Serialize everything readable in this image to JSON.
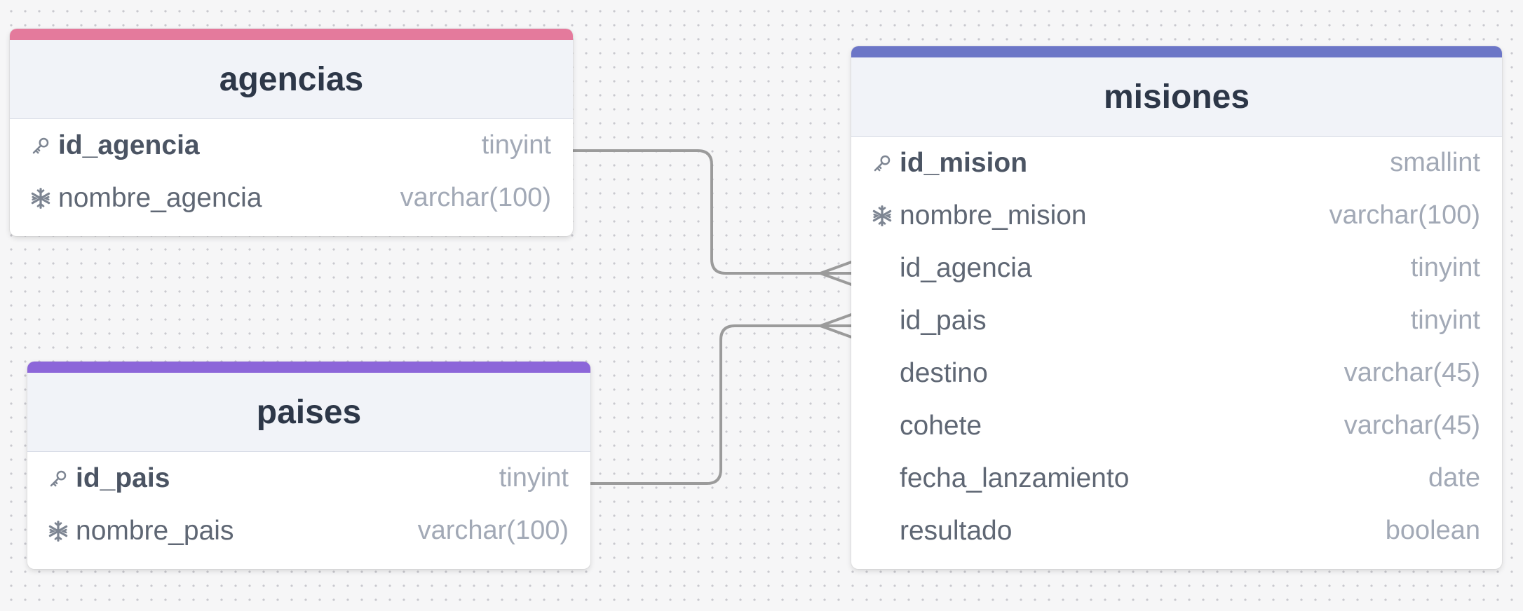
{
  "canvas": {
    "background": "#f6f6f7",
    "dot_color": "#c9c9cf"
  },
  "tables": {
    "agencias": {
      "title": "agencias",
      "color": "#e47a9c",
      "columns": [
        {
          "name": "id_agencia",
          "type": "tinyint",
          "icon": "key-icon",
          "primary": true
        },
        {
          "name": "nombre_agencia",
          "type": "varchar(100)",
          "icon": "snowflake-icon",
          "primary": false
        }
      ]
    },
    "paises": {
      "title": "paises",
      "color": "#8c66d9",
      "columns": [
        {
          "name": "id_pais",
          "type": "tinyint",
          "icon": "key-icon",
          "primary": true
        },
        {
          "name": "nombre_pais",
          "type": "varchar(100)",
          "icon": "snowflake-icon",
          "primary": false
        }
      ]
    },
    "misiones": {
      "title": "misiones",
      "color": "#6c76c7",
      "columns": [
        {
          "name": "id_mision",
          "type": "smallint",
          "icon": "key-icon",
          "primary": true
        },
        {
          "name": "nombre_mision",
          "type": "varchar(100)",
          "icon": "snowflake-icon",
          "primary": false
        },
        {
          "name": "id_agencia",
          "type": "tinyint",
          "icon": "",
          "primary": false
        },
        {
          "name": "id_pais",
          "type": "tinyint",
          "icon": "",
          "primary": false
        },
        {
          "name": "destino",
          "type": "varchar(45)",
          "icon": "",
          "primary": false
        },
        {
          "name": "cohete",
          "type": "varchar(45)",
          "icon": "",
          "primary": false
        },
        {
          "name": "fecha_lanzamiento",
          "type": "date",
          "icon": "",
          "primary": false
        },
        {
          "name": "resultado",
          "type": "boolean",
          "icon": "",
          "primary": false
        }
      ]
    }
  },
  "relationships": [
    {
      "from": "agencias.id_agencia",
      "to": "misiones.id_agencia",
      "cardinality": "one-to-many"
    },
    {
      "from": "paises.id_pais",
      "to": "misiones.id_pais",
      "cardinality": "one-to-many"
    }
  ]
}
